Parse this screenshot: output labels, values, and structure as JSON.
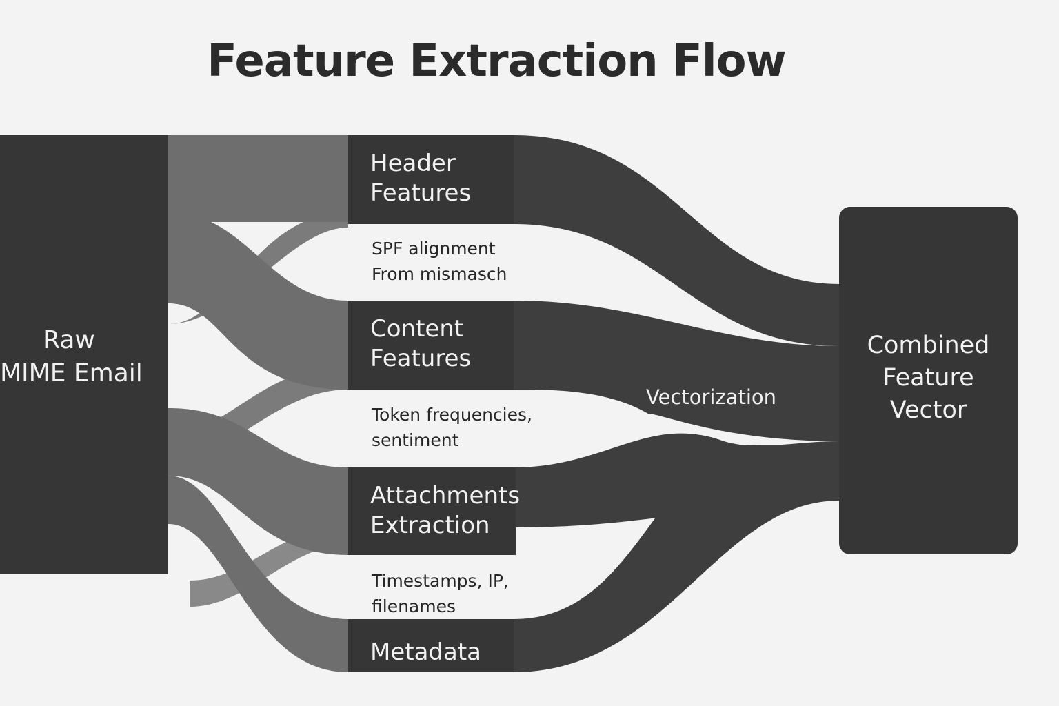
{
  "title": "Feature Extraction Flow",
  "source_node": {
    "lines": [
      "Raw",
      "MIME Email"
    ]
  },
  "feature_nodes": [
    {
      "lines": [
        "Header",
        "Features"
      ]
    },
    {
      "lines": [
        "Content",
        "Features"
      ]
    },
    {
      "lines": [
        "Attachments",
        "Extraction"
      ]
    },
    {
      "lines": [
        "Metadata"
      ]
    }
  ],
  "annotations": [
    {
      "lines": [
        "SPF alignment",
        "From mismasch"
      ]
    },
    {
      "lines": [
        "Token frequencies,",
        "sentiment"
      ]
    },
    {
      "lines": [
        "Timestamps, IP,",
        "filenames"
      ]
    }
  ],
  "process_label": "Vectorization",
  "target_node": {
    "lines": [
      "Combined",
      "Feature",
      "Vector"
    ]
  },
  "colors": {
    "background": "#f3f3f3",
    "node_dark": "#363636",
    "flow_light": "#6e6e6e",
    "flow_dark": "#3e3e3e",
    "node_text": "#f2f2f2",
    "title_text": "#2b2b2b"
  }
}
